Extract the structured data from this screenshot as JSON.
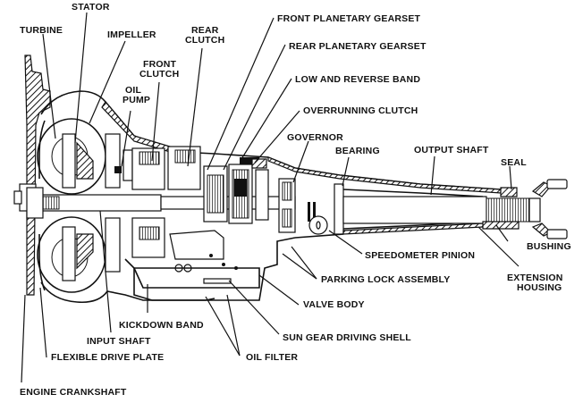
{
  "title": "Automatic transmission cutaway",
  "colors": {
    "ink": "#111111",
    "background": "#ffffff"
  },
  "labels": {
    "stator": [
      "STATOR"
    ],
    "turbine": [
      "TURBINE"
    ],
    "impeller": [
      "IMPELLER"
    ],
    "rear_clutch": [
      "REAR",
      "CLUTCH"
    ],
    "front_clutch": [
      "FRONT",
      "CLUTCH"
    ],
    "oil_pump": [
      "OIL",
      "PUMP"
    ],
    "front_planetary_gearset": [
      "FRONT PLANETARY GEARSET"
    ],
    "rear_planetary_gearset": [
      "REAR PLANETARY GEARSET"
    ],
    "low_and_reverse_band": [
      "LOW AND REVERSE BAND"
    ],
    "overrunning_clutch": [
      "OVERRUNNING CLUTCH"
    ],
    "governor": [
      "GOVERNOR"
    ],
    "bearing": [
      "BEARING"
    ],
    "output_shaft": [
      "OUTPUT SHAFT"
    ],
    "seal": [
      "SEAL"
    ],
    "bushing": [
      "BUSHING"
    ],
    "speedometer_pinion": [
      "SPEEDOMETER PINION"
    ],
    "extension_housing": [
      "EXTENSION",
      "HOUSING"
    ],
    "parking_lock_assembly": [
      "PARKING LOCK ASSEMBLY"
    ],
    "valve_body": [
      "VALVE BODY"
    ],
    "kickdown_band": [
      "KICKDOWN BAND"
    ],
    "sun_gear_driving_shell": [
      "SUN GEAR DRIVING SHELL"
    ],
    "input_shaft": [
      "INPUT SHAFT"
    ],
    "flexible_drive_plate": [
      "FLEXIBLE DRIVE PLATE"
    ],
    "oil_filter": [
      "OIL FILTER"
    ],
    "engine_crankshaft": [
      "ENGINE CRANKSHAFT"
    ]
  }
}
